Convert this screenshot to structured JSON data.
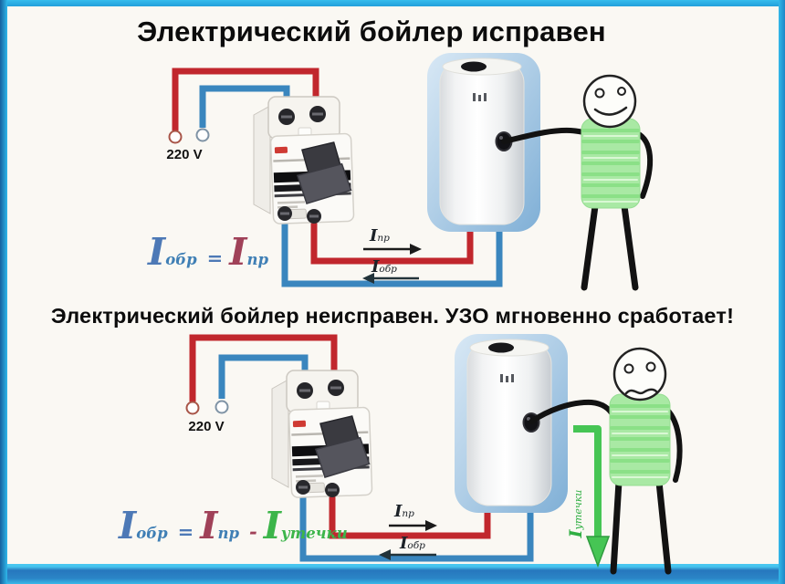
{
  "panel_ok": {
    "title": "Электрический бойлер исправен",
    "voltage_label": "220 V",
    "labels": {
      "forward": {
        "base": "I",
        "sub": "пр"
      },
      "return": {
        "base": "I",
        "sub": "обр"
      }
    },
    "formula": {
      "lhs_base": "I",
      "lhs_sub": "обр",
      "equals": "=",
      "rhs_base": "I",
      "rhs_sub": "пр"
    }
  },
  "panel_fault": {
    "title": "Электрический бойлер неисправен. УЗО мгновенно сработает!",
    "voltage_label": "220 V",
    "labels": {
      "forward": {
        "base": "I",
        "sub": "пр"
      },
      "return": {
        "base": "I",
        "sub": "обр"
      },
      "leakage": {
        "base": "I",
        "sub": "утечки"
      }
    },
    "formula": {
      "lhs_base": "I",
      "lhs_sub": "обр",
      "equals": "=",
      "rhs_base": "I",
      "rhs_sub": "пр",
      "minus": "-",
      "leak_base": "I",
      "leak_sub": "утечки"
    }
  },
  "colors": {
    "frame_cyan": "#2aace4",
    "frame_dark_blue": "#2677bd",
    "background": "#faf8f3",
    "wire_phase_red": "#c1272d",
    "wire_neutral_blue": "#3a86be",
    "leakage_green": "#46c554",
    "formula_blue": "#4d79b6",
    "formula_red": "#a04158",
    "formula_green": "#3cb54a",
    "sweater_green": "#a9e9a4"
  }
}
